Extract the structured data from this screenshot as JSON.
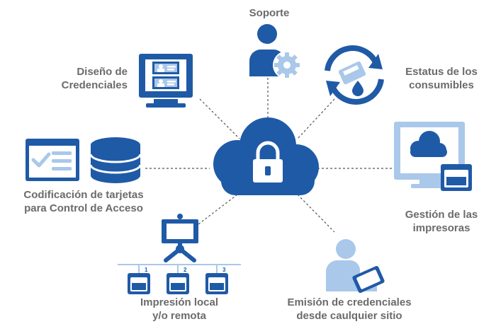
{
  "colors": {
    "dark_blue": "#1f5aa6",
    "light_blue": "#a9c8ea",
    "label_gray": "#6b6b6b",
    "connector_gray": "#555555"
  },
  "center": {
    "icon": "cloud-lock-icon"
  },
  "nodes": {
    "soporte": {
      "lines": [
        "Soporte"
      ],
      "icon": "support-person-gear-icon"
    },
    "diseno": {
      "lines": [
        "Diseño de",
        "Credenciales"
      ],
      "icon": "monitor-id-cards-icon"
    },
    "estatus": {
      "lines": [
        "Estatus de los",
        "consumibles"
      ],
      "icon": "refresh-consumables-icon"
    },
    "codificacion": {
      "lines": [
        "Codificación de tarjetas",
        "para Control de Acceso"
      ],
      "icon": "form-database-icon"
    },
    "gestion": {
      "lines": [
        "Gestión de las",
        "impresoras"
      ],
      "icon": "monitor-cloud-printer-icon"
    },
    "impresion": {
      "lines": [
        "Impresión local",
        "y/o remota"
      ],
      "icon": "presentation-network-printers-icon",
      "printer_numbers": [
        "1",
        "2",
        "3"
      ]
    },
    "emision": {
      "lines": [
        "Emisión de credenciales",
        "desde caulquier sitio"
      ],
      "icon": "person-tablet-icon"
    }
  }
}
